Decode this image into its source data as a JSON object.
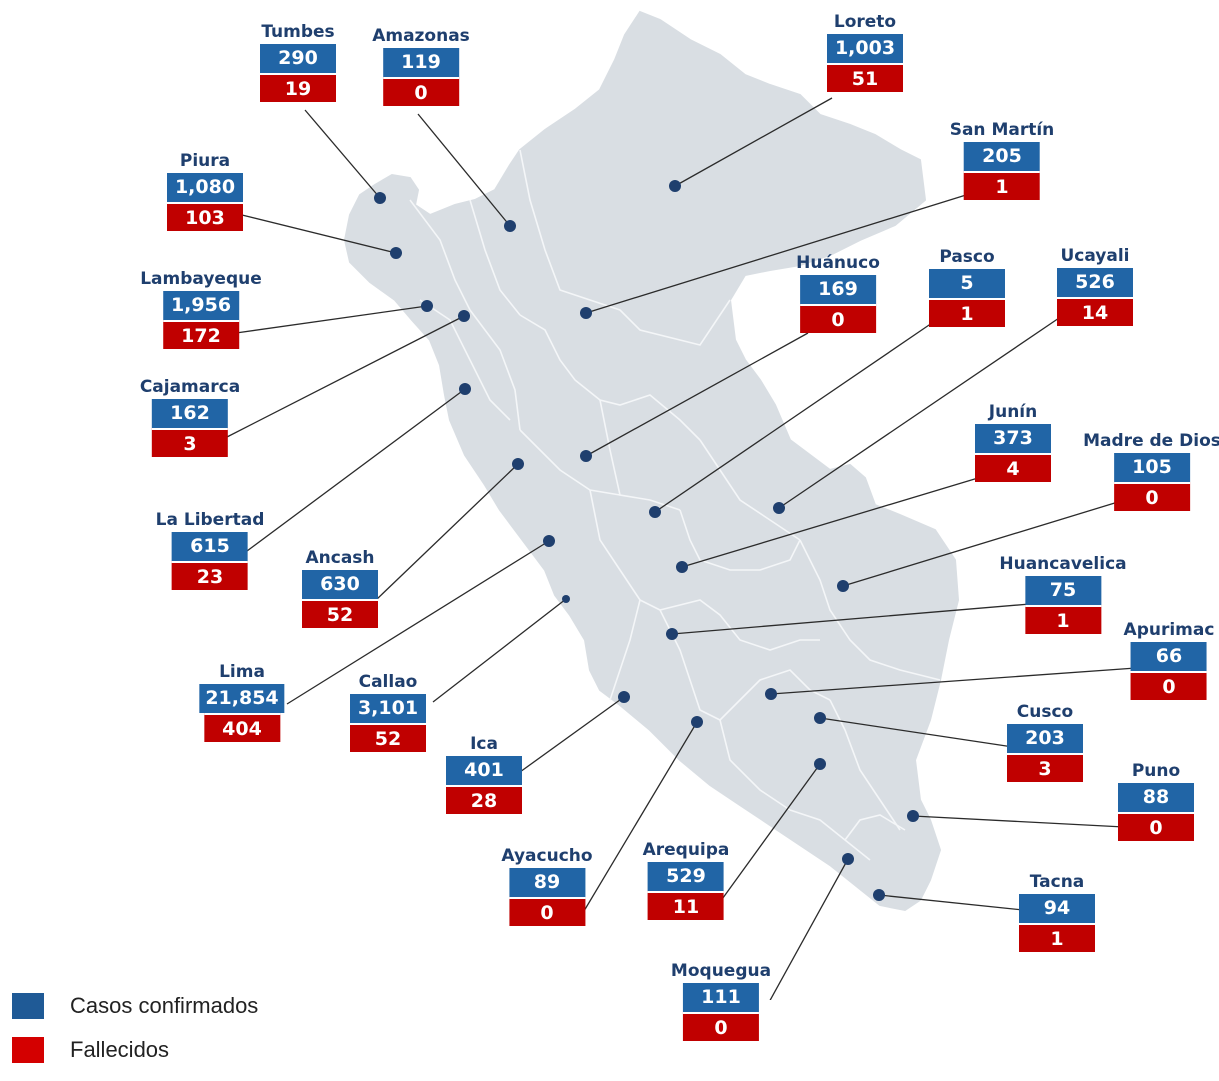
{
  "colors": {
    "cases": "#2165a6",
    "deaths": "#c00000",
    "land": "#d9dee3",
    "border": "#f4f6f8",
    "label": "#1f3f6e",
    "line": "#2b2b2b",
    "dot": "#1f3f6e"
  },
  "legend": {
    "cases_label": "Casos confirmados",
    "deaths_label": "Fallecidos"
  },
  "regions": [
    {
      "name": "Tumbes",
      "cases": "290",
      "deaths": "19"
    },
    {
      "name": "Amazonas",
      "cases": "119",
      "deaths": "0"
    },
    {
      "name": "Loreto",
      "cases": "1,003",
      "deaths": "51"
    },
    {
      "name": "San Martín",
      "cases": "205",
      "deaths": "1"
    },
    {
      "name": "Piura",
      "cases": "1,080",
      "deaths": "103"
    },
    {
      "name": "Lambayeque",
      "cases": "1,956",
      "deaths": "172"
    },
    {
      "name": "Huánuco",
      "cases": "169",
      "deaths": "0"
    },
    {
      "name": "Pasco",
      "cases": "5",
      "deaths": "1"
    },
    {
      "name": "Ucayali",
      "cases": "526",
      "deaths": "14"
    },
    {
      "name": "Cajamarca",
      "cases": "162",
      "deaths": "3"
    },
    {
      "name": "Junín",
      "cases": "373",
      "deaths": "4"
    },
    {
      "name": "Madre de Dios",
      "cases": "105",
      "deaths": "0"
    },
    {
      "name": "La Libertad",
      "cases": "615",
      "deaths": "23"
    },
    {
      "name": "Ancash",
      "cases": "630",
      "deaths": "52"
    },
    {
      "name": "Huancavelica",
      "cases": "75",
      "deaths": "1"
    },
    {
      "name": "Apurimac",
      "cases": "66",
      "deaths": "0"
    },
    {
      "name": "Lima",
      "cases": "21,854",
      "deaths": "404"
    },
    {
      "name": "Callao",
      "cases": "3,101",
      "deaths": "52"
    },
    {
      "name": "Cusco",
      "cases": "203",
      "deaths": "3"
    },
    {
      "name": "Ica",
      "cases": "401",
      "deaths": "28"
    },
    {
      "name": "Puno",
      "cases": "88",
      "deaths": "0"
    },
    {
      "name": "Ayacucho",
      "cases": "89",
      "deaths": "0"
    },
    {
      "name": "Arequipa",
      "cases": "529",
      "deaths": "11"
    },
    {
      "name": "Tacna",
      "cases": "94",
      "deaths": "1"
    },
    {
      "name": "Moquegua",
      "cases": "111",
      "deaths": "0"
    }
  ]
}
